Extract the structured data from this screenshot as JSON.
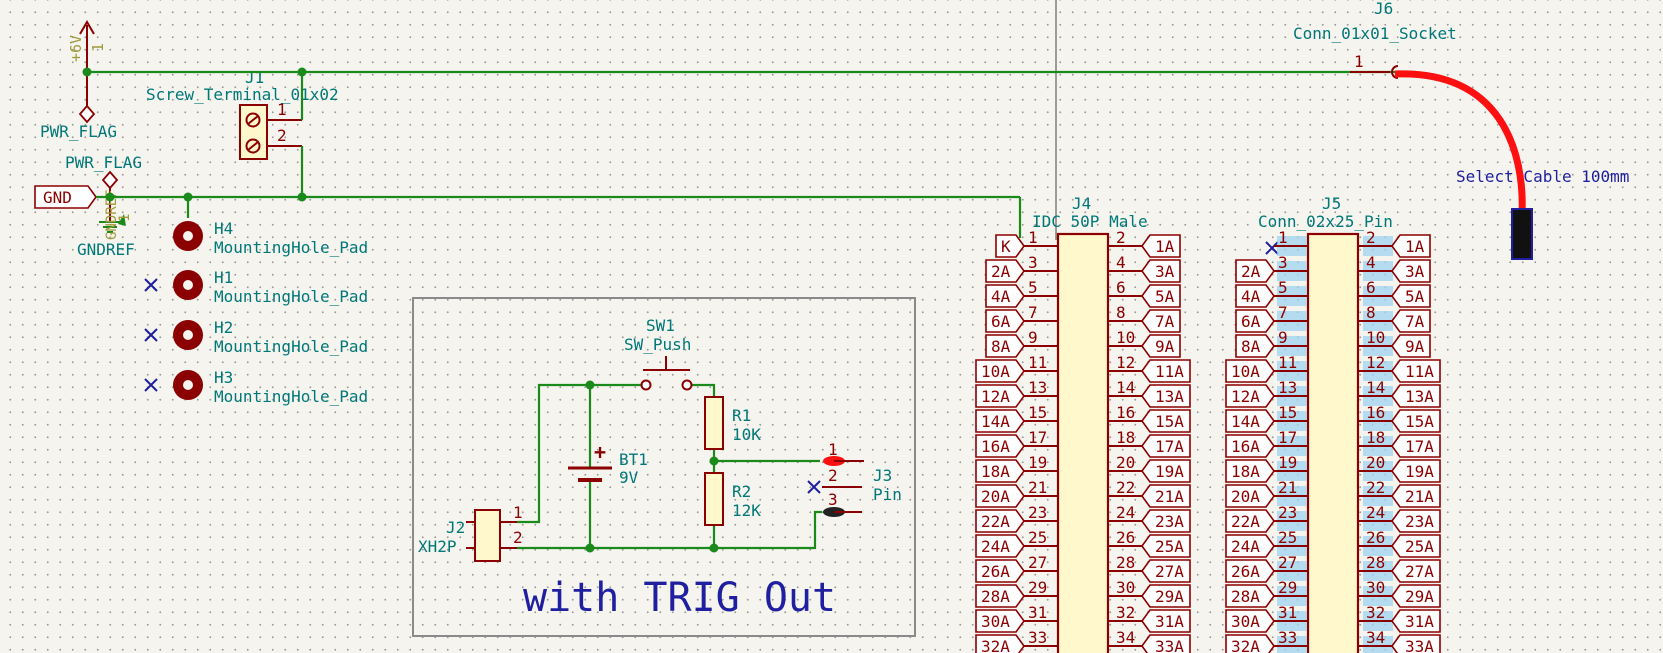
{
  "power": {
    "v6": "+6V",
    "v6_pin": "1",
    "pwr_flag_1": "PWR_FLAG",
    "pwr_flag_2": "PWR_FLAG",
    "gndref_vertical": "GNDREF",
    "gndref_pin": "1",
    "gndref": "GNDREF",
    "gnd_label": "GND"
  },
  "j1": {
    "ref": "J1",
    "value": "Screw_Terminal_01x02",
    "pin1": "1",
    "pin2": "2"
  },
  "holes": [
    {
      "ref": "H4",
      "value": "MountingHole_Pad"
    },
    {
      "ref": "H1",
      "value": "MountingHole_Pad"
    },
    {
      "ref": "H2",
      "value": "MountingHole_Pad"
    },
    {
      "ref": "H3",
      "value": "MountingHole_Pad"
    }
  ],
  "j6": {
    "ref": "J6",
    "value": "Conn_01x01_Socket",
    "pin": "1"
  },
  "cable": {
    "text": "Select Cable 100mm"
  },
  "trig": {
    "title": "with TRIG Out",
    "sw1_ref": "SW1",
    "sw1_value": "SW_Push",
    "bt1_ref": "BT1",
    "bt1_value": "9V",
    "bt1_plus": "+",
    "r1_ref": "R1",
    "r1_value": "10K",
    "r2_ref": "R2",
    "r2_value": "12K",
    "j2_ref": "J2",
    "j2_value": "XH2P",
    "j2_pin1": "1",
    "j2_pin2": "2",
    "j3_ref": "J3",
    "j3_value": "Pin",
    "j3_pin1": "1",
    "j3_pin2": "2",
    "j3_pin3": "3"
  },
  "j4": {
    "ref": "J4",
    "value": "IDC 50P Male",
    "left_pins": [
      "1",
      "3",
      "5",
      "7",
      "9",
      "11",
      "13",
      "15",
      "17",
      "19",
      "21",
      "23",
      "25",
      "27",
      "29",
      "31",
      "33"
    ],
    "right_pins": [
      "2",
      "4",
      "6",
      "8",
      "10",
      "12",
      "14",
      "16",
      "18",
      "20",
      "22",
      "24",
      "26",
      "28",
      "30",
      "32",
      "34"
    ],
    "left_labels": [
      "K",
      "2A",
      "4A",
      "6A",
      "8A",
      "10A",
      "12A",
      "14A",
      "16A",
      "18A",
      "20A",
      "22A",
      "24A",
      "26A",
      "28A",
      "30A",
      "32A"
    ],
    "right_labels": [
      "1A",
      "3A",
      "5A",
      "7A",
      "9A",
      "11A",
      "13A",
      "15A",
      "17A",
      "19A",
      "21A",
      "23A",
      "25A",
      "27A",
      "29A",
      "31A",
      "33A"
    ]
  },
  "j5": {
    "ref": "J5",
    "value": "Conn_02x25_Pin",
    "left_pins": [
      "1",
      "3",
      "5",
      "7",
      "9",
      "11",
      "13",
      "15",
      "17",
      "19",
      "21",
      "23",
      "25",
      "27",
      "29",
      "31",
      "33"
    ],
    "right_pins": [
      "2",
      "4",
      "6",
      "8",
      "10",
      "12",
      "14",
      "16",
      "18",
      "20",
      "22",
      "24",
      "26",
      "28",
      "30",
      "32",
      "34"
    ],
    "left_labels": [
      "",
      "2A",
      "4A",
      "6A",
      "8A",
      "10A",
      "12A",
      "14A",
      "16A",
      "18A",
      "20A",
      "22A",
      "24A",
      "26A",
      "28A",
      "30A",
      "32A"
    ],
    "right_labels": [
      "1A",
      "3A",
      "5A",
      "7A",
      "9A",
      "11A",
      "13A",
      "15A",
      "17A",
      "19A",
      "21A",
      "23A",
      "25A",
      "27A",
      "29A",
      "31A",
      "33A"
    ]
  }
}
